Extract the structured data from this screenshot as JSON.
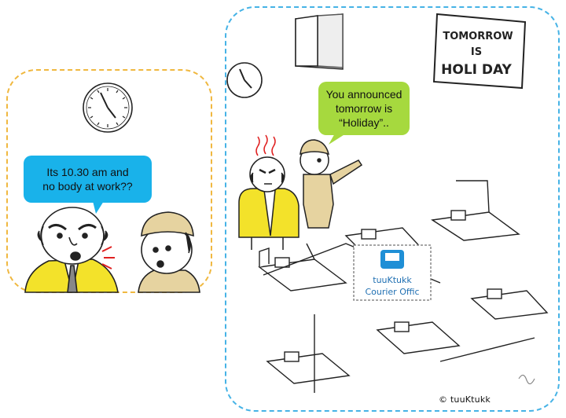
{
  "speech": {
    "boss_line1": "Its 10.30 am and",
    "boss_line2": "no body at work??",
    "peon_line1": "You announced",
    "peon_line2": "tomorrow is",
    "peon_line3": "“Holiday”.."
  },
  "sign": {
    "line1": "TOMORROW",
    "line2": "IS",
    "line3": "HOLI DAY"
  },
  "poster": {
    "brand": "tuuKtukk",
    "subtitle": "Courier Offic"
  },
  "credit": "© tuuKtukk",
  "colors": {
    "left_border": "#f0b840",
    "right_border": "#46b3e6",
    "boss_bubble": "#19b2ea",
    "peon_bubble": "#a6d93e",
    "boss_suit": "#f3e22a",
    "peon_uniform": "#e6d3a0"
  }
}
